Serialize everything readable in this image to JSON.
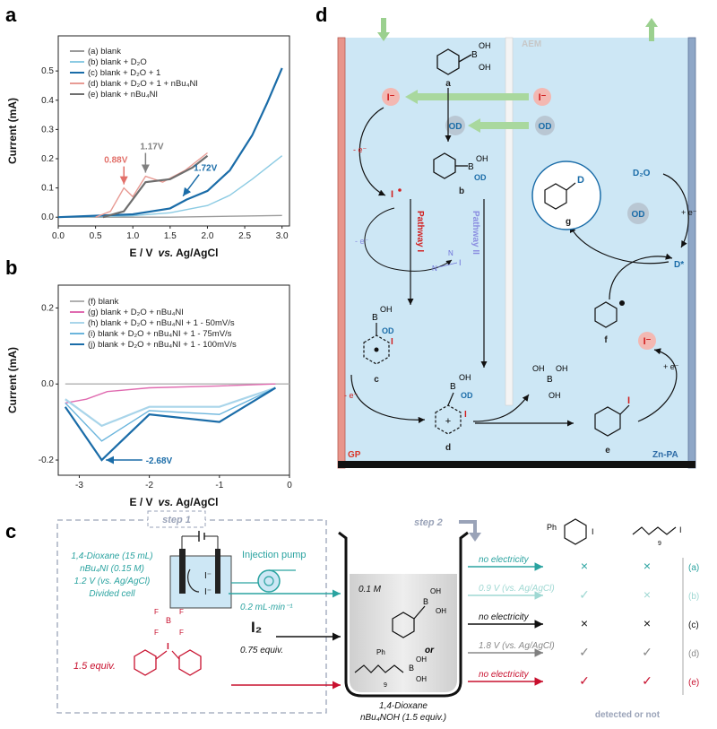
{
  "panels": {
    "a": "a",
    "b": "b",
    "c": "c",
    "d": "d"
  },
  "panel_a": {
    "ylabel": "Current (mA)",
    "xlabel_prefix": "E / V",
    "xlabel_italic": "vs.",
    "xlabel_suffix": " Ag/AgCl",
    "xticks": [
      "0.0",
      "0.5",
      "1.0",
      "1.5",
      "2.0",
      "2.5",
      "3.0"
    ],
    "yticks": [
      "0.0",
      "0.1",
      "0.2",
      "0.3",
      "0.4",
      "0.5"
    ],
    "legend": [
      "(a) blank",
      "(b) blank + D₂O",
      "(c) blank + D₂O + 1",
      "(d) blank + D₂O + 1 + nBu₄NI",
      "(e) blank + nBu₄NI"
    ],
    "annotations": {
      "p1": "0.88V",
      "p2": "1.17V",
      "p3": "1.72V"
    }
  },
  "panel_b": {
    "ylabel": "Current (mA)",
    "xlabel_prefix": "E / V",
    "xlabel_italic": "vs.",
    "xlabel_suffix": " Ag/AgCl",
    "xticks": [
      "-3",
      "-2",
      "-1",
      "0"
    ],
    "yticks": [
      "0.2",
      "0.0",
      "-0.2"
    ],
    "legend": [
      "(f) blank",
      "(g) blank + D₂O + nBu₄NI",
      "(h) blank + D₂O + nBu₄NI + 1 - 50mV/s",
      "(i) blank + D₂O + nBu₄NI + 1 - 75mV/s",
      "(j) blank + D₂O + nBu₄NI + 1 - 100mV/s"
    ],
    "annotation": "-2.68V"
  },
  "chart_data": [
    {
      "type": "line",
      "panel": "a",
      "xlabel": "E / V vs. Ag/AgCl",
      "ylabel": "Current (mA)",
      "xlim": [
        0,
        3.1
      ],
      "ylim": [
        -0.03,
        0.62
      ],
      "series": [
        {
          "name": "(a) blank",
          "color": "#9a9a9a",
          "x": [
            0,
            0.5,
            1.0,
            1.5,
            2.0,
            2.5,
            3.0
          ],
          "y": [
            0.0,
            0.0,
            0.0,
            0.0,
            0.002,
            0.004,
            0.006
          ]
        },
        {
          "name": "(b) blank + D2O",
          "color": "#8ccbe3",
          "x": [
            0,
            1.0,
            1.5,
            2.0,
            2.3,
            2.6,
            2.8,
            3.0
          ],
          "y": [
            0.0,
            0.005,
            0.015,
            0.04,
            0.075,
            0.13,
            0.17,
            0.21
          ]
        },
        {
          "name": "(c) blank + D2O + 1",
          "color": "#1a6ca8",
          "x": [
            0,
            1.0,
            1.5,
            1.72,
            2.0,
            2.3,
            2.6,
            2.8,
            3.0
          ],
          "y": [
            0.0,
            0.01,
            0.03,
            0.06,
            0.09,
            0.16,
            0.28,
            0.39,
            0.51
          ]
        },
        {
          "name": "(d) blank + D2O + 1 + nBu4NI",
          "color": "#e89b94",
          "x": [
            0.5,
            0.7,
            0.88,
            1.0,
            1.17,
            1.4,
            1.7,
            2.0
          ],
          "y": [
            0.0,
            0.02,
            0.1,
            0.07,
            0.14,
            0.12,
            0.16,
            0.22
          ]
        },
        {
          "name": "(e) blank + nBu4NI",
          "color": "#6e6e6e",
          "x": [
            0.6,
            0.88,
            1.17,
            1.5,
            1.8,
            2.0
          ],
          "y": [
            0.0,
            0.02,
            0.12,
            0.13,
            0.17,
            0.21
          ]
        }
      ]
    },
    {
      "type": "line",
      "panel": "b",
      "xlabel": "E / V vs. Ag/AgCl",
      "ylabel": "Current (mA)",
      "xlim": [
        -3.3,
        0
      ],
      "ylim": [
        -0.24,
        0.26
      ],
      "series": [
        {
          "name": "(f) blank",
          "color": "#b0b0b0",
          "x": [
            -3.2,
            -2.5,
            -1.5,
            -0.5,
            0
          ],
          "y": [
            0.0,
            0.0,
            0.0,
            0.0,
            0.0
          ]
        },
        {
          "name": "(g) blank + D2O + nBu4NI",
          "color": "#e06bb0",
          "x": [
            -3.2,
            -2.9,
            -2.6,
            -2.0,
            -1.0,
            -0.2
          ],
          "y": [
            -0.05,
            -0.04,
            -0.02,
            -0.01,
            -0.005,
            0.0
          ]
        },
        {
          "name": "(h) blank + D2O + nBu4NI + 1 - 50mV/s",
          "color": "#a9d5ea",
          "x": [
            -3.2,
            -2.68,
            -2.0,
            -1.0,
            -0.2
          ],
          "y": [
            -0.04,
            -0.11,
            -0.06,
            -0.06,
            -0.01
          ]
        },
        {
          "name": "(i) blank + D2O + nBu4NI + 1 - 75mV/s",
          "color": "#6bb5dc",
          "x": [
            -3.2,
            -2.68,
            -2.0,
            -1.0,
            -0.2
          ],
          "y": [
            -0.05,
            -0.15,
            -0.07,
            -0.08,
            -0.01
          ]
        },
        {
          "name": "(j) blank + D2O + nBu4NI + 1 - 100mV/s",
          "color": "#1a6ca8",
          "x": [
            -3.2,
            -2.68,
            -2.0,
            -1.0,
            -0.2
          ],
          "y": [
            -0.06,
            -0.2,
            -0.08,
            -0.1,
            -0.01
          ]
        }
      ]
    }
  ],
  "panel_c": {
    "step1": "step 1",
    "step2": "step 2",
    "conditions": [
      "1,4-Dioxane (15 mL)",
      "nBu₄NI (0.15 M)",
      "1.2 V (vs. Ag/AgCl)",
      "Divided cell"
    ],
    "injection_pump": "Injection pump",
    "rate": "0.2 mL·min⁻¹",
    "iodide": "I⁻",
    "i2": "I₂",
    "i2_equiv": "0.75 equiv.",
    "reagent_equiv": "1.5 equiv.",
    "conc": "0.1 M",
    "or": "or",
    "solvent": "1,4-Dioxane",
    "base": "nBu₄NOH (1.5 equiv.)",
    "conditions_rows": [
      {
        "label": "no electricity",
        "c1": "×",
        "c2": "×",
        "tag": "(a)",
        "color": "#2aa3a0"
      },
      {
        "label": "0.9 V (vs. Ag/AgCl)",
        "c1": "✓",
        "c2": "×",
        "tag": "(b)",
        "color": "#9fd8d3"
      },
      {
        "label": "no electricity",
        "c1": "×",
        "c2": "×",
        "tag": "(c)",
        "color": "#111111"
      },
      {
        "label": "1.8 V (vs. Ag/AgCl)",
        "c1": "✓",
        "c2": "✓",
        "tag": "(d)",
        "color": "#888888"
      },
      {
        "label": "no electricity",
        "c1": "✓",
        "c2": "✓",
        "tag": "(e)",
        "color": "#c8102e"
      }
    ],
    "detected": "detected or not",
    "col1": "Ph",
    "col2": "I",
    "sub9": "9"
  },
  "panel_d": {
    "aem": "AEM",
    "gp": "GP",
    "znpa": "Zn-PA",
    "pathway1": "Pathway I",
    "pathway2": "Pathway II",
    "labels": {
      "a": "a",
      "b": "b",
      "c": "c",
      "d": "d",
      "e": "e",
      "f": "f",
      "g": "g"
    },
    "minus_e": "- e⁻",
    "plus_e": "+ e⁻",
    "d2o": "D₂O",
    "od": "OD",
    "d_star": "D*",
    "iodide": "I⁻",
    "iodine_rad": "I",
    "iodine": "I",
    "deut": "D",
    "boron": "B",
    "oh": "OH",
    "n_label": "N"
  }
}
